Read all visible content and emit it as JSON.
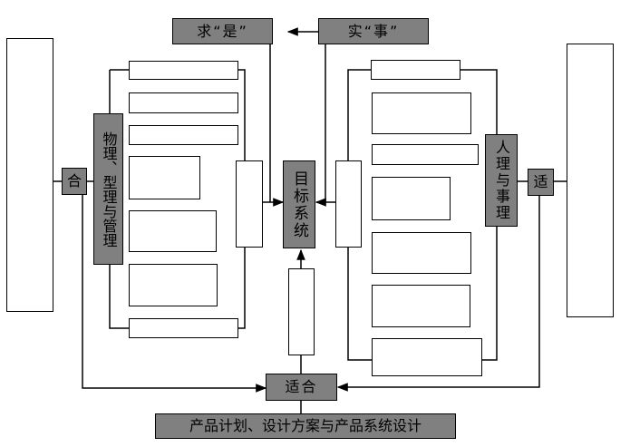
{
  "nodes": {
    "qiu_shi": "求“是”",
    "shi_shi": "实“事”",
    "he": "合",
    "physics": "物理、型理与管理",
    "target": "目标系统",
    "human": "人理与事理",
    "shi": "适",
    "shihe": "适合",
    "bottom": "产品计划、设计方案与产品系统设计"
  },
  "colors": {
    "gray": "#808080",
    "line": "#000000"
  }
}
